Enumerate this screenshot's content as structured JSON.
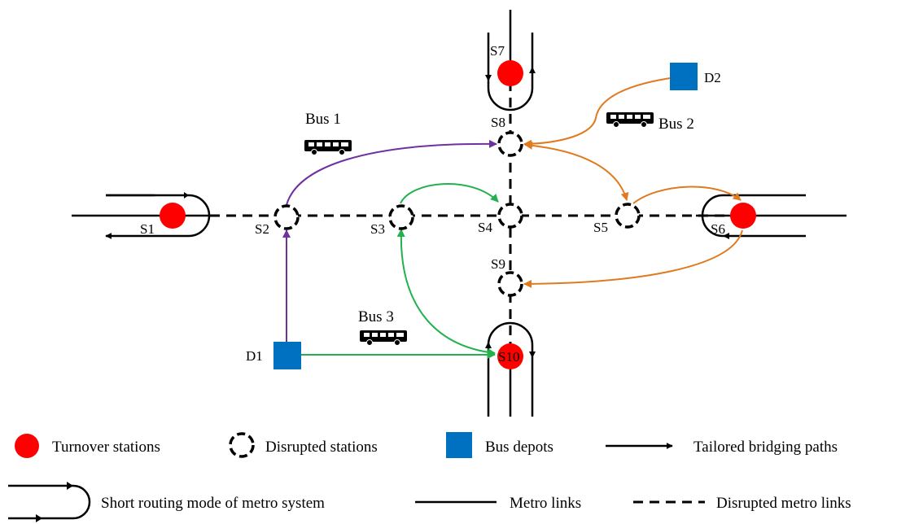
{
  "colors": {
    "turnover": "#ff0000",
    "depot": "#0070c0",
    "bus1": "#7030a0",
    "bus2": "#e07a1f",
    "bus3": "#22b14c",
    "line": "#000000"
  },
  "stations": {
    "s1": "S1",
    "s2": "S2",
    "s3": "S3",
    "s4": "S4",
    "s5": "S5",
    "s6": "S6",
    "s7": "S7",
    "s8": "S8",
    "s9": "S9",
    "s10": "S10"
  },
  "depots": {
    "d1": "D1",
    "d2": "D2"
  },
  "buses": {
    "bus1": "Bus 1",
    "bus2": "Bus 2",
    "bus3": "Bus 3"
  },
  "legend": {
    "turnover": "Turnover stations",
    "disrupted": "Disrupted stations",
    "depots": "Bus depots",
    "paths": "Tailored bridging paths",
    "short_routing": "Short routing mode of metro system",
    "metro_links": "Metro links",
    "disrupted_links": "Disrupted metro links"
  }
}
